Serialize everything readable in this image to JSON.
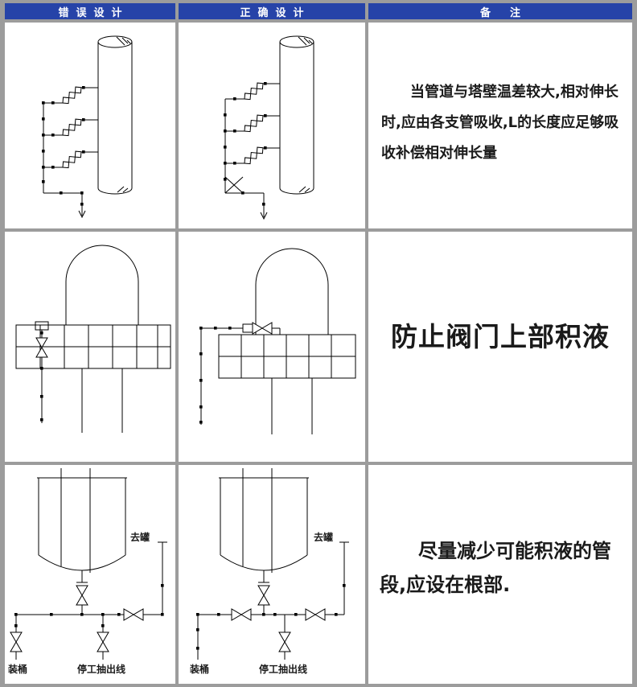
{
  "table": {
    "headers": [
      {
        "label": "错误设计"
      },
      {
        "label": "正确设计"
      },
      {
        "label": "备注"
      }
    ],
    "rows": [
      {
        "remark": "当管道与塔壁温差较大,相对伸长时,应由各支管吸收,L的长度应足够吸收补偿相对伸长量"
      },
      {
        "remark": "防止阀门上部积液"
      },
      {
        "remark": "尽量减少可能积液的管段,应设在根部."
      }
    ]
  },
  "drawing_labels": {
    "to_tank": "去罐",
    "barrel_fill": "装桶",
    "shutdown_line": "停工抽出线"
  },
  "colors": {
    "header_bg": "#2643a8",
    "header_text": "#ffffff",
    "table_bg": "#9c9c9c",
    "cell_bg": "#ffffff",
    "line": "#000000"
  }
}
